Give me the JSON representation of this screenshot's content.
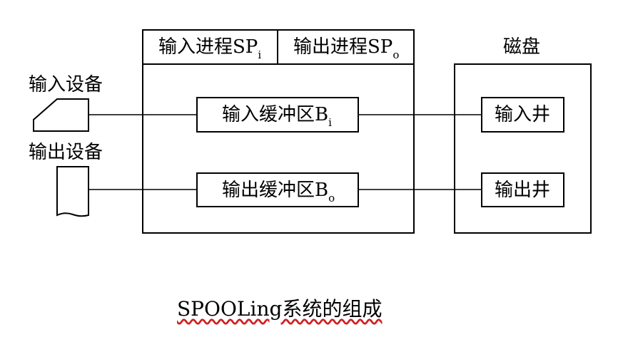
{
  "spooling": {
    "input_process": {
      "text": "输入进程SP",
      "sub": "i"
    },
    "output_process": {
      "text": "输出进程SP",
      "sub": "o"
    },
    "input_buffer": {
      "text": "输入缓冲区B",
      "sub": "i"
    },
    "output_buffer": {
      "text": "输出缓冲区B",
      "sub": "o"
    }
  },
  "devices": {
    "input_device": "输入设备",
    "output_device": "输出设备"
  },
  "disk": {
    "title": "磁盘",
    "input_well": "输入井",
    "output_well": "输出井"
  },
  "caption": "SPOOLing系统的组成",
  "colors": {
    "stroke": "#000000",
    "background": "#ffffff",
    "caption_underline": "#d02020"
  }
}
